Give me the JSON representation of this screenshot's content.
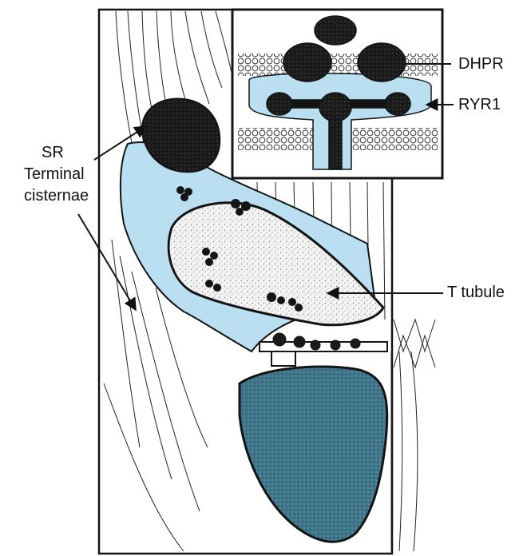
{
  "labels": {
    "sr_line1": "SR",
    "sr_line2": "Terminal",
    "sr_line3": "cisternae",
    "dhpr": "DHPR",
    "ryr1": "RYR1",
    "t_tubule": "T tubule"
  },
  "colors": {
    "sr_fill": "#b9dff0",
    "sr_dense": "#3e7489",
    "outline": "#141414",
    "stipple": "#555555",
    "background": "#ffffff"
  }
}
